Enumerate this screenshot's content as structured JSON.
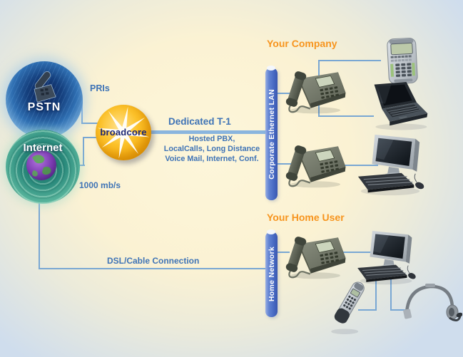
{
  "diagram": {
    "provider": {
      "name": "broadcore"
    },
    "sources": {
      "pstn": {
        "label": "PSTN"
      },
      "internet": {
        "label": "Internet"
      }
    },
    "links": {
      "pris": "PRIs",
      "dedicated_t1": "Dedicated T-1",
      "services_line1": "Hosted PBX,",
      "services_line2": "LocalCalls, Long Distance",
      "services_line3": "Voice Mail, Internet, Conf.",
      "bandwidth": "1000 mb/s",
      "dsl": "DSL/Cable Connection"
    },
    "company": {
      "title": "Your Company",
      "network_label": "Corporate Ethernet LAN",
      "devices": [
        "ip-phone",
        "pda-phone",
        "laptop",
        "ip-phone",
        "desktop-computer"
      ]
    },
    "home": {
      "title": "Your Home User",
      "network_label": "Home Network",
      "devices": [
        "ip-phone",
        "desktop-computer",
        "cordless-handset",
        "headset"
      ]
    },
    "colors": {
      "heading_orange": "#F7941D",
      "label_blue": "#3E73B6",
      "line_blue": "#79A7D3",
      "bar_blue": "#4A6FC4",
      "logo_gold": "#F6AD0C",
      "logo_text_navy": "#1D2776"
    }
  }
}
